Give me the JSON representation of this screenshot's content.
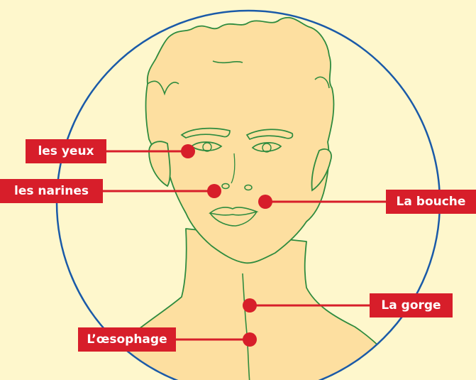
{
  "colors": {
    "background": "#FEF7CC",
    "circle": "#1A5AA8",
    "skin": "#FDDFA0",
    "outline": "#2E8B3E",
    "accent": "#D71E2A",
    "label_text": "#FFFFFF"
  },
  "labels": {
    "eyes": "les yeux",
    "nostrils": "les narines",
    "mouth": "La bouche",
    "throat": "La gorge",
    "esophagus": "L’œsophage"
  }
}
